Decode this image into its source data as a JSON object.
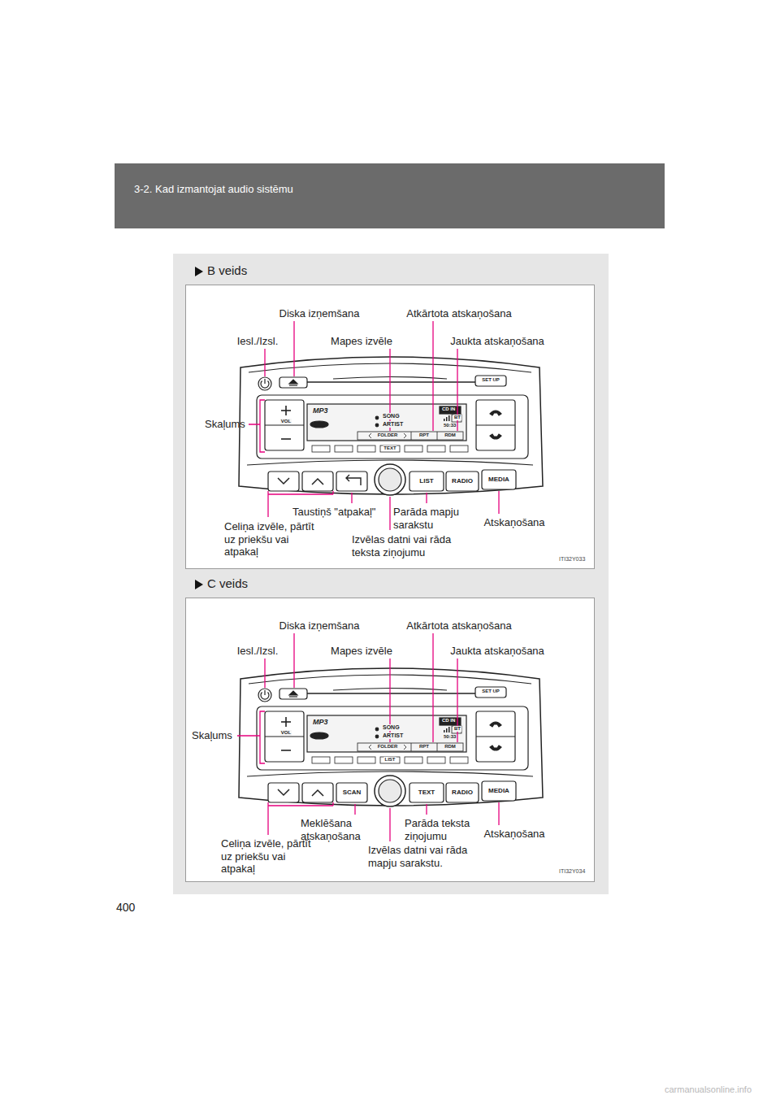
{
  "diagram": {
    "title": "3-2. Kad izmantojat audio sistēmu",
    "nodes": [
      {
        "text": [
          "B veids"
        ]
      },
      {
        "text": [
          "C veids"
        ]
      }
    ],
    "labels": [
      "Diska izņemšana",
      "Atkārtota atskaņošana",
      "Iesl./Izsl.",
      "Mapes izvēle",
      "Jaukta atskaņošana",
      "Skaļums",
      "Taustiņš \"atpakaļ\"",
      "Parāda mapju sarakstu",
      "Atskaņošana",
      "Celiņa izvēle, pārtīt uz priekšu vai atpakaļ",
      "Izvēlas datni vai rāda teksta ziņojumu",
      "ITI32Y033",
      "SET UP",
      "VOL",
      "MP3",
      "SONG",
      "ARTIST",
      "CD IN",
      "BT",
      "50:33",
      "FOLDER",
      "RPT",
      "RDM",
      "TEXT",
      "LIST",
      "RADIO",
      "MEDIA",
      "Diska izņemšana",
      "Atkārtota atskaņošana",
      "Iesl./Izsl.",
      "Mapes izvēle",
      "Jaukta atskaņošana",
      "Skaļums",
      "Meklēšana atskaņošana",
      "Parāda teksta ziņojumu",
      "Atskaņošana",
      "Celiņa izvēle, pārtīt uz priekšu vai atpakaļ",
      "Izvēlas datni vai rāda mapju sarakstu.",
      "ITI32Y034",
      "SET UP",
      "VOL",
      "MP3",
      "SONG",
      "ARTIST",
      "CD IN",
      "BT",
      "50:33",
      "FOLDER",
      "RPT",
      "RDM",
      "LIST",
      "SCAN",
      "TEXT",
      "RADIO",
      "MEDIA",
      "400",
      "carmanualsonline.info"
    ]
  }
}
